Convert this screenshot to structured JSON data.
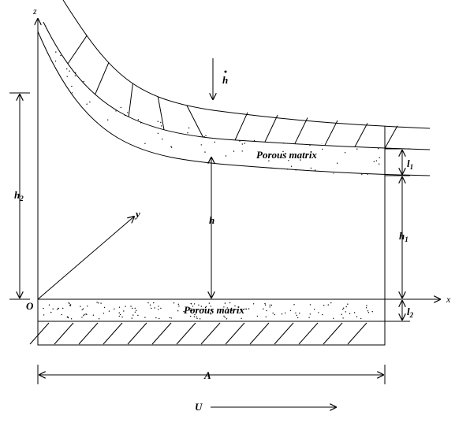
{
  "labels": {
    "z_axis": "z",
    "x_axis": "x",
    "y_axis": "y",
    "origin": "O",
    "h_dot": "h",
    "h2": "h",
    "h2_sub": "2",
    "h": "h",
    "h1": "h",
    "h1_sub": "1",
    "l1": "l",
    "l1_sub": "1",
    "l2": "l",
    "l2_sub": "2",
    "porous_top": "Porous matrix",
    "porous_bottom": "Porous matrix",
    "A": "A",
    "U": "U"
  },
  "colors": {
    "ink": "#000000",
    "background": "#ffffff"
  }
}
